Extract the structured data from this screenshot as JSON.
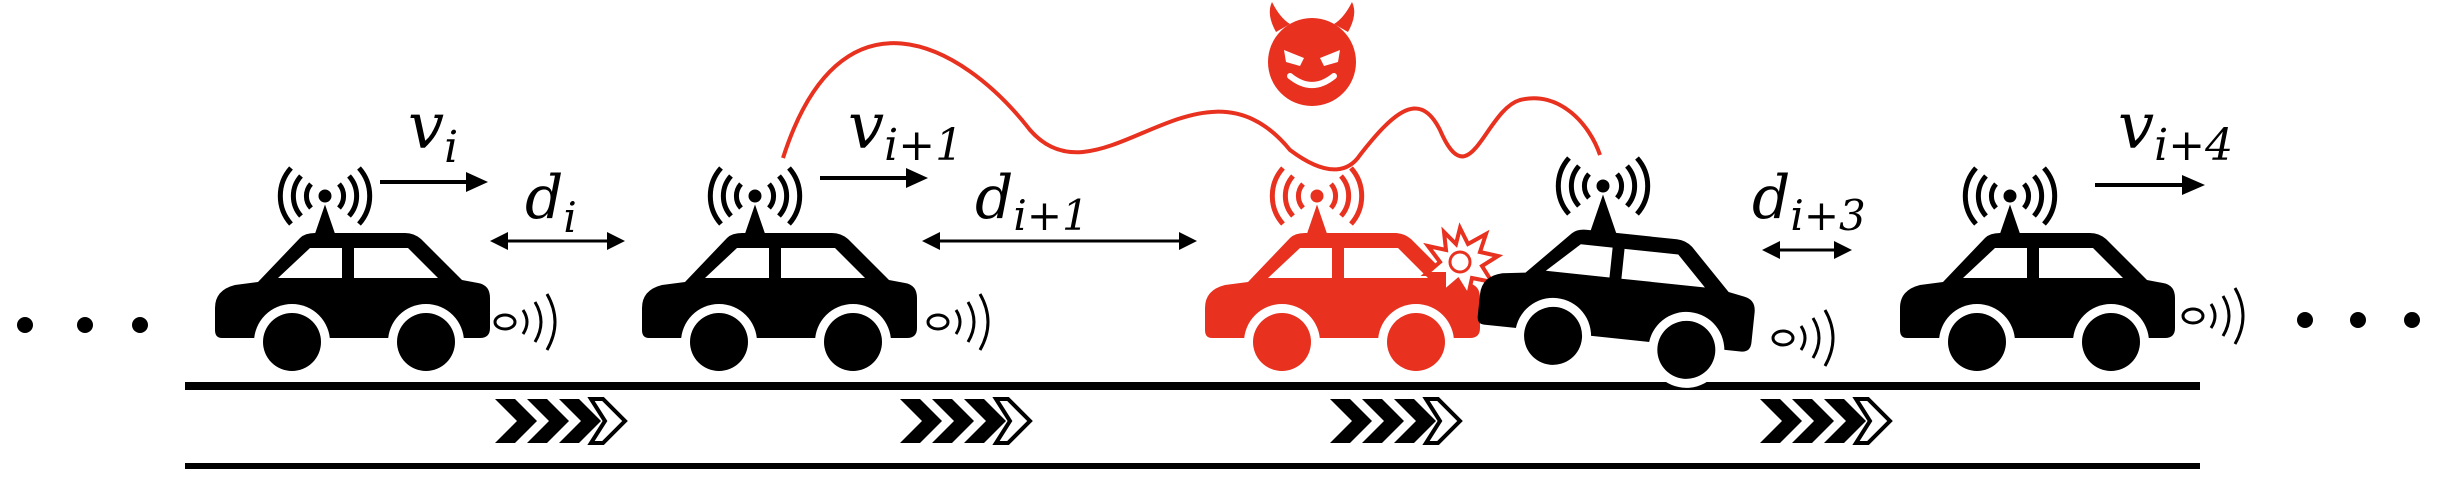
{
  "colors": {
    "normal": "#000000",
    "attacker": "#e8311f",
    "background": "#ffffff"
  },
  "icons": {
    "vehicle": "car-icon",
    "antenna": "antenna-icon",
    "sensor": "sensor-wave-icon",
    "attacker": "devil-icon",
    "collision": "collision-burst-icon",
    "flow": "chevron-arrows-icon",
    "ellipsis": "dots-icon"
  },
  "labels": {
    "v_i": {
      "base": "v",
      "sub": "i"
    },
    "d_i": {
      "base": "d",
      "sub": "i"
    },
    "v_i1": {
      "base": "v",
      "sub": "i+1"
    },
    "d_i1": {
      "base": "d",
      "sub": "i+1"
    },
    "d_i3": {
      "base": "d",
      "sub": "i+3"
    },
    "v_i4": {
      "base": "v",
      "sub": "i+4"
    }
  }
}
